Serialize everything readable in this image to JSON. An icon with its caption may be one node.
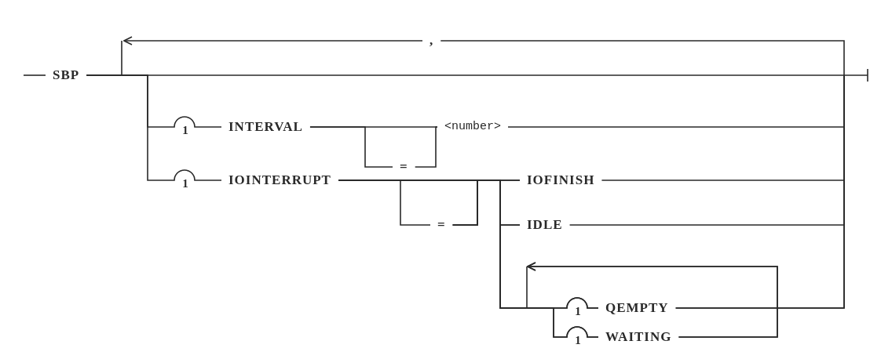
{
  "diagram": {
    "nodes": [
      {
        "text": [
          "SBP"
        ]
      },
      {
        "text": [
          ","
        ]
      },
      {
        "text": [
          "INTERVAL"
        ]
      },
      {
        "text": [
          "="
        ]
      },
      {
        "text": [
          "<number>"
        ]
      },
      {
        "text": [
          "IOINTERRUPT"
        ]
      },
      {
        "text": [
          "="
        ]
      },
      {
        "text": [
          "IOFINISH"
        ]
      },
      {
        "text": [
          "IDLE"
        ]
      },
      {
        "text": [
          "QEMPTY"
        ]
      },
      {
        "text": [
          "WAITING"
        ]
      }
    ],
    "edges": [
      {
        "from": null,
        "to": 0,
        "arrow": "none"
      },
      {
        "from": 0,
        "to": null,
        "arrow": "other"
      },
      {
        "from": null,
        "to": 1,
        "arrow": "none"
      },
      {
        "from": 1,
        "to": null,
        "arrow": "to"
      },
      {
        "from": 0,
        "to": 2,
        "arrow": "none"
      },
      {
        "from": 2,
        "to": 4,
        "arrow": "none"
      },
      {
        "from": 2,
        "to": 3,
        "arrow": "none"
      },
      {
        "from": 3,
        "to": 4,
        "arrow": "none"
      },
      {
        "from": 4,
        "to": null,
        "arrow": "none"
      },
      {
        "from": 0,
        "to": 5,
        "arrow": "none"
      },
      {
        "from": 5,
        "to": 6,
        "arrow": "none"
      },
      {
        "from": 6,
        "to": 7,
        "arrow": "none"
      },
      {
        "from": 6,
        "to": 8,
        "arrow": "none"
      },
      {
        "from": 6,
        "to": 9,
        "arrow": "none"
      },
      {
        "from": 6,
        "to": 10,
        "arrow": "none"
      },
      {
        "from": 5,
        "to": 7,
        "arrow": "none"
      },
      {
        "from": 5,
        "to": 8,
        "arrow": "none"
      },
      {
        "from": 5,
        "to": 9,
        "arrow": "none"
      },
      {
        "from": 5,
        "to": 10,
        "arrow": "none"
      },
      {
        "from": 7,
        "to": null,
        "arrow": "none"
      },
      {
        "from": 8,
        "to": null,
        "arrow": "none"
      },
      {
        "from": 9,
        "to": null,
        "arrow": "none"
      },
      {
        "from": 10,
        "to": null,
        "arrow": "none"
      },
      {
        "from": 9,
        "to": null,
        "arrow": "to"
      },
      {
        "from": 10,
        "to": null,
        "arrow": "to"
      }
    ],
    "labels": [
      "1",
      "1",
      "1",
      "1"
    ]
  }
}
